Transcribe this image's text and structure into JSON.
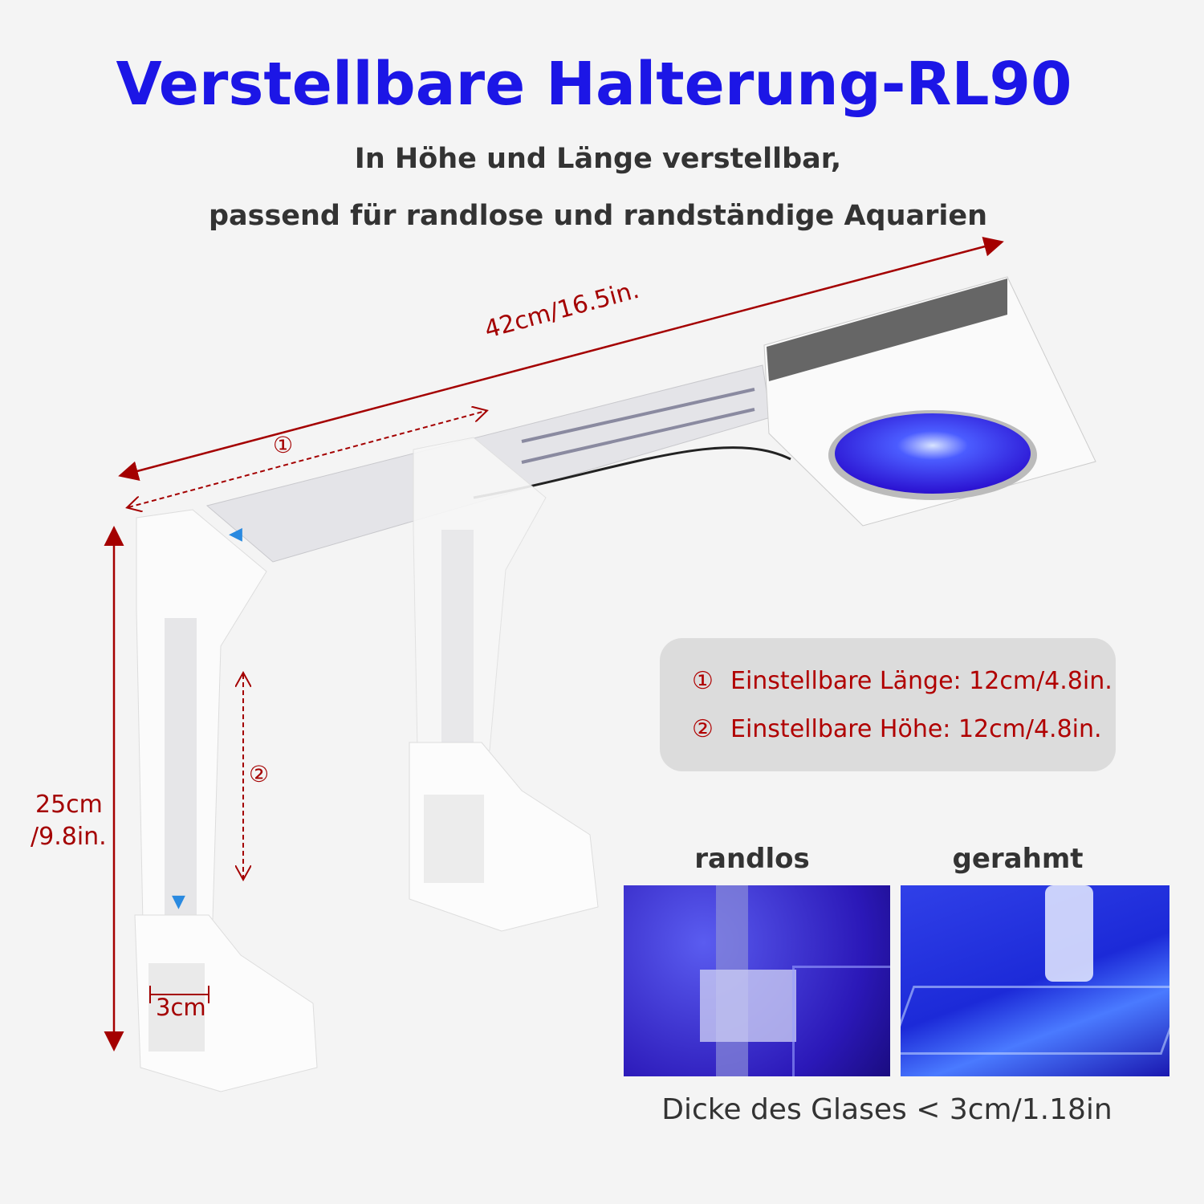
{
  "title": "Verstellbare Halterung-RL90",
  "subtitle": {
    "line1": "In Höhe und Länge verstellbar,",
    "line2": "passend für randlose und randständige Aquarien"
  },
  "dimensions": {
    "length": "42cm/16.5in.",
    "height_line1": "25cm",
    "height_line2": "/9.8in.",
    "glass_width": "3cm",
    "marker1": "①",
    "marker2": "②"
  },
  "info": {
    "items": [
      {
        "marker": "①",
        "text": "Einstellbare Länge: 12cm/4.8in."
      },
      {
        "marker": "②",
        "text": "Einstellbare Höhe: 12cm/4.8in."
      }
    ]
  },
  "examples": {
    "left_label": "randlos",
    "right_label": "gerahmt",
    "caption": "Dicke des Glases < 3cm/1.18in"
  },
  "colors": {
    "title": "#1c16e6",
    "dimension": "#a40000",
    "light": "#3a22ff"
  }
}
